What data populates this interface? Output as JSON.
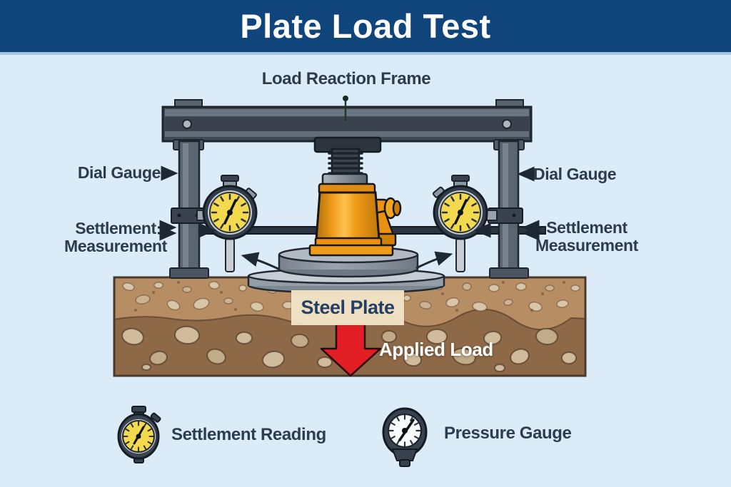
{
  "title": "Plate Load Test",
  "labels": {
    "load_reaction_frame": "Load Reaction Frame",
    "dial_gauge": "Dial Gauge",
    "settlement_measurement": "Settlement Measurement",
    "steel_plate": "Steel Plate",
    "applied_load": "Applied Load"
  },
  "legend": {
    "items": [
      {
        "icon": "settlement-dial-gauge-icon",
        "label": "Settlement Reading"
      },
      {
        "icon": "pressure-gauge-icon",
        "label": "Pressure Gauge"
      }
    ]
  },
  "colors": {
    "header_bg": "#10457c",
    "canvas_bg": "#dcebf8",
    "label_text": "#2e3b4b",
    "steel_plate_text": "#1d3c64",
    "steel_plate_box": "#f3e4c7",
    "applied_load_text": "#ffffff",
    "arrow_red": "#e01e24",
    "jack_orange": "#f09a1f",
    "gauge_face": "#f3d94d",
    "soil_top": "#b78d64",
    "soil_bottom": "#8e6947",
    "legend_text": "#2c3d4f"
  }
}
